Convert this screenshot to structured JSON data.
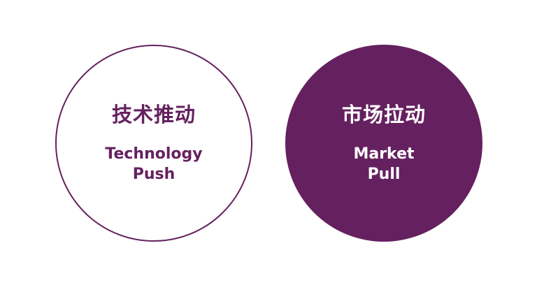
{
  "colors": {
    "accent": "#65215f",
    "background": "#ffffff"
  },
  "left": {
    "cn_title": "技术推动",
    "en_title_lines": [
      "Technology",
      "Push"
    ]
  },
  "right": {
    "cn_title": "市场拉动",
    "en_title_lines": [
      "Market",
      "Pull"
    ]
  }
}
